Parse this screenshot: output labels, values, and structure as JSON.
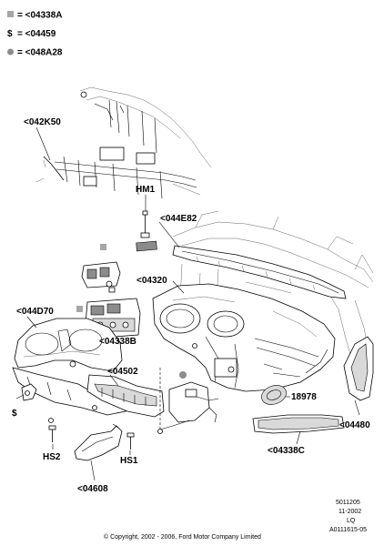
{
  "legend": [
    {
      "symbol": "■",
      "symbol_color": "#a6a6a6",
      "text": "= <04338A"
    },
    {
      "symbol": "$",
      "symbol_color": "#000000",
      "text": "= <04459"
    },
    {
      "symbol": "●",
      "symbol_color": "#8c8c8c",
      "text": "= <048A28"
    }
  ],
  "callouts": {
    "c042K50": "<042K50",
    "cHM1top": "HM1",
    "c044E82": "<044E82",
    "c04320": "<04320",
    "c044D70": "<044D70",
    "c04338B": "<04338B",
    "c04502": "<04502",
    "c18978": "18978",
    "c04480": "<04480",
    "c04338C": "<04338C",
    "cHS2": "HS2",
    "cHS1": "HS1",
    "c04608": "<04608",
    "cDollar": "$"
  },
  "footer": {
    "code1": "5011205",
    "code2": "11-2002",
    "code3": "LQ",
    "code4": "A0111615-05",
    "copyright": "© Copyright, 2002 - 2006, Ford Motor Company Limited"
  }
}
